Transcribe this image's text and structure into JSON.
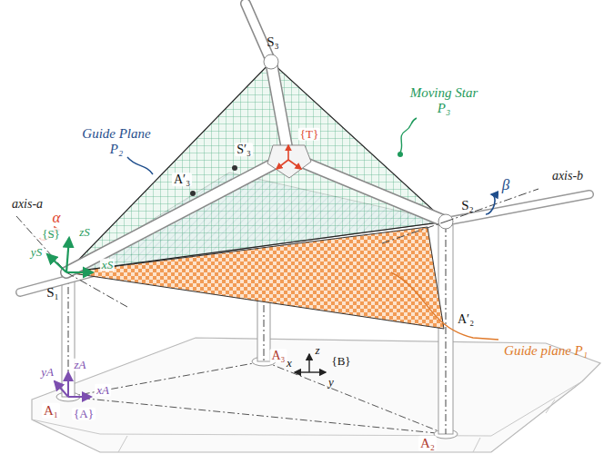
{
  "diagram": {
    "labels": [
      "S₃",
      "Moving Star P₃",
      "S′₃",
      "Guide Plane P₂",
      "A′₃",
      "{T}",
      "S₂",
      "β",
      "axis-b",
      "axis-a",
      "α",
      "{S}",
      "zS",
      "yS",
      "xS",
      "S₁",
      "A′₂",
      "Guide plane P₁",
      "A₃",
      "z",
      "{B}",
      "x",
      "y",
      "yA",
      "zA",
      "{A}",
      "xA",
      "A₁",
      "A₂"
    ]
  }
}
